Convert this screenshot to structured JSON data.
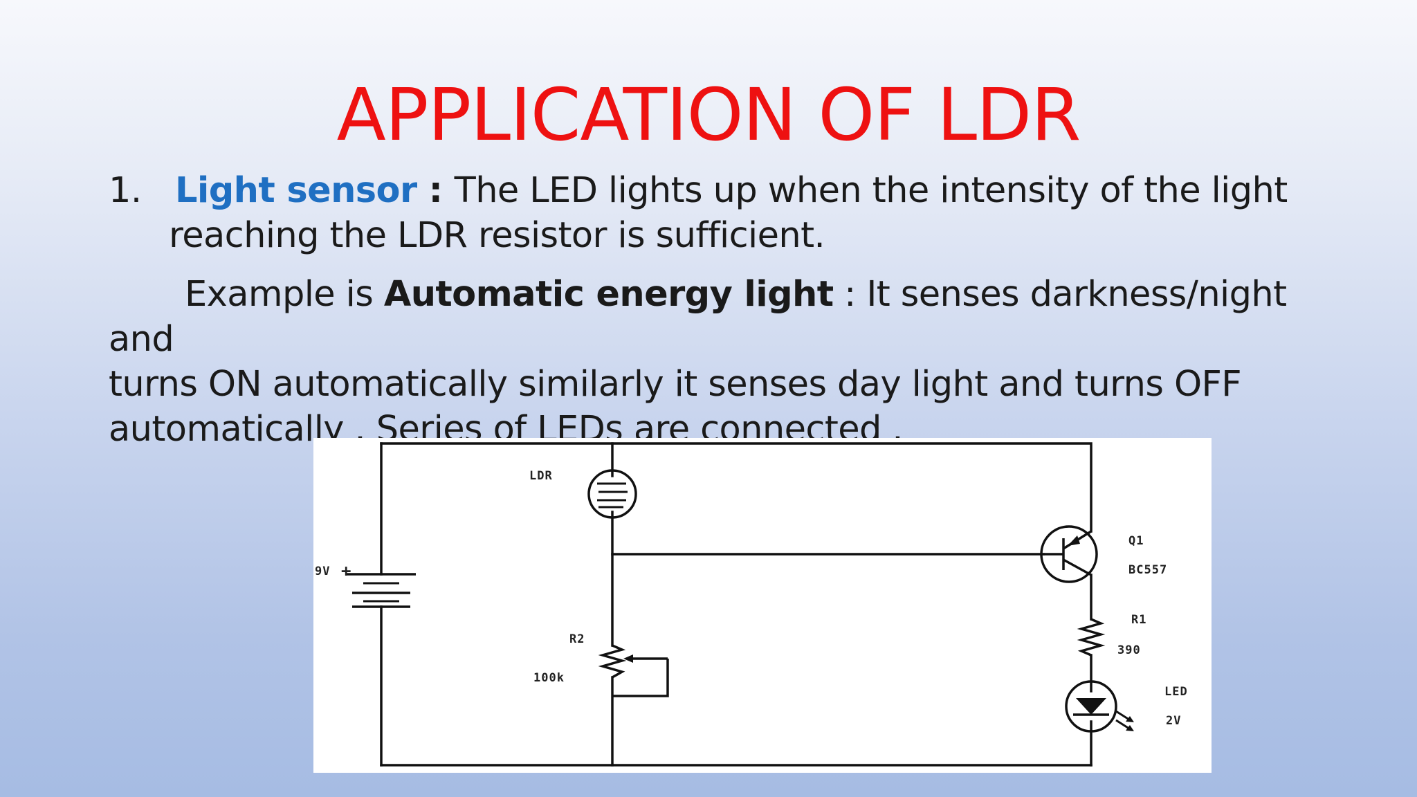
{
  "slide": {
    "title": "APPLICATION OF LDR",
    "item1": {
      "number": "1.",
      "term": "Light sensor",
      "separator": " : ",
      "text_line1": "The LED lights up when the intensity of the light",
      "text_line2": "reaching the LDR resistor is sufficient."
    },
    "example": {
      "lead": "Example is ",
      "term": "Automatic energy light",
      "line1_rest": " : It senses darkness/night and",
      "line2": "turns ON automatically similarly it senses day light and turns OFF",
      "line3": "automatically . Series of LEDs are connected ."
    },
    "colors": {
      "title": "#ee1111",
      "term": "#1f6fc2"
    }
  },
  "circuit": {
    "ldr": "LDR",
    "battery": "9V",
    "battery_plus": "+",
    "transistor_id": "Q1",
    "transistor_part": "BC557",
    "r1_label": "R1",
    "r1_value": "390",
    "r2_label": "R2",
    "r2_value": "100k",
    "led_label": "LED",
    "led_value": "2V"
  }
}
